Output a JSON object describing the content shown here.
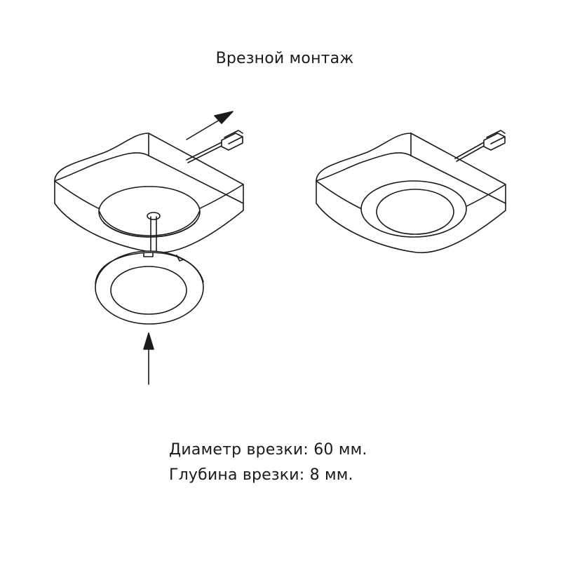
{
  "title": "Врезной монтаж",
  "specs": {
    "diameter": "Диаметр врезки: 60 мм.",
    "depth": "Глубина врезки: 8 мм."
  },
  "colors": {
    "line": "#1a1a1a",
    "background": "#ffffff"
  },
  "icons": {
    "arrow_up": "arrow-up-icon",
    "arrow_diagonal": "arrow-diagonal-icon"
  }
}
